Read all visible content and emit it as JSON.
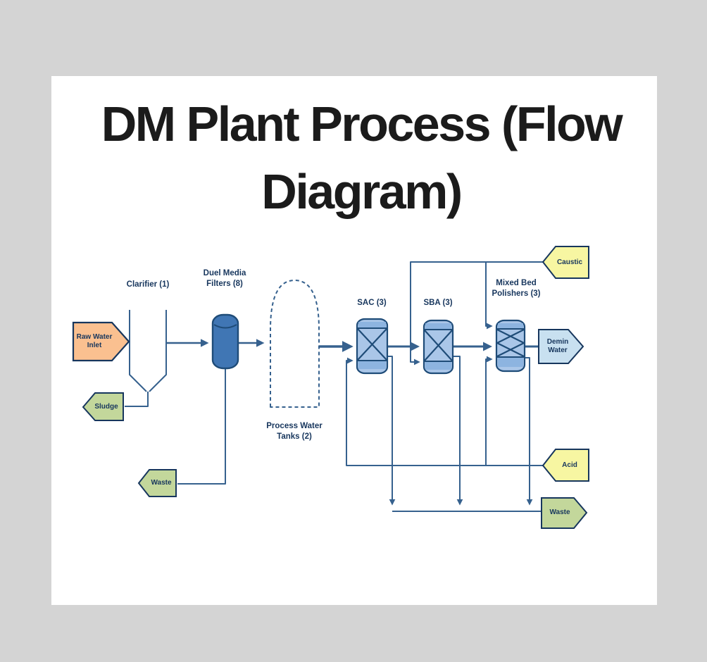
{
  "title": {
    "line1": "DM Plant Process (Flow",
    "line2": "Diagram)"
  },
  "diagram": {
    "labels": {
      "clarifier": "Clarifier (1)",
      "dmf": "Duel Media Filters (8)",
      "tank": "Process Water Tanks (2)",
      "sac": "SAC (3)",
      "sba": "SBA (3)",
      "mb": "Mixed Bed Polishers (3)"
    },
    "shapes": {
      "raw_water": "Raw Water Inlet",
      "sludge": "Sludge",
      "waste_left": "Waste",
      "caustic": "Caustic",
      "acid": "Acid",
      "waste_right": "Waste",
      "demin": "Demin Water"
    },
    "colors": {
      "line": "#36618e",
      "outline": "#17365d",
      "raw_water_fill": "#fac090",
      "green_fill": "#c3d79b",
      "yellow_fill": "#f7f6a2",
      "demin_fill": "#c8e0f0",
      "vessel_fill": "#aac6e8",
      "vessel_band": "#8db4e0",
      "dmf_fill": "#4076b4",
      "card_bg": "#ffffff",
      "page_bg": "#d4d4d4"
    }
  }
}
